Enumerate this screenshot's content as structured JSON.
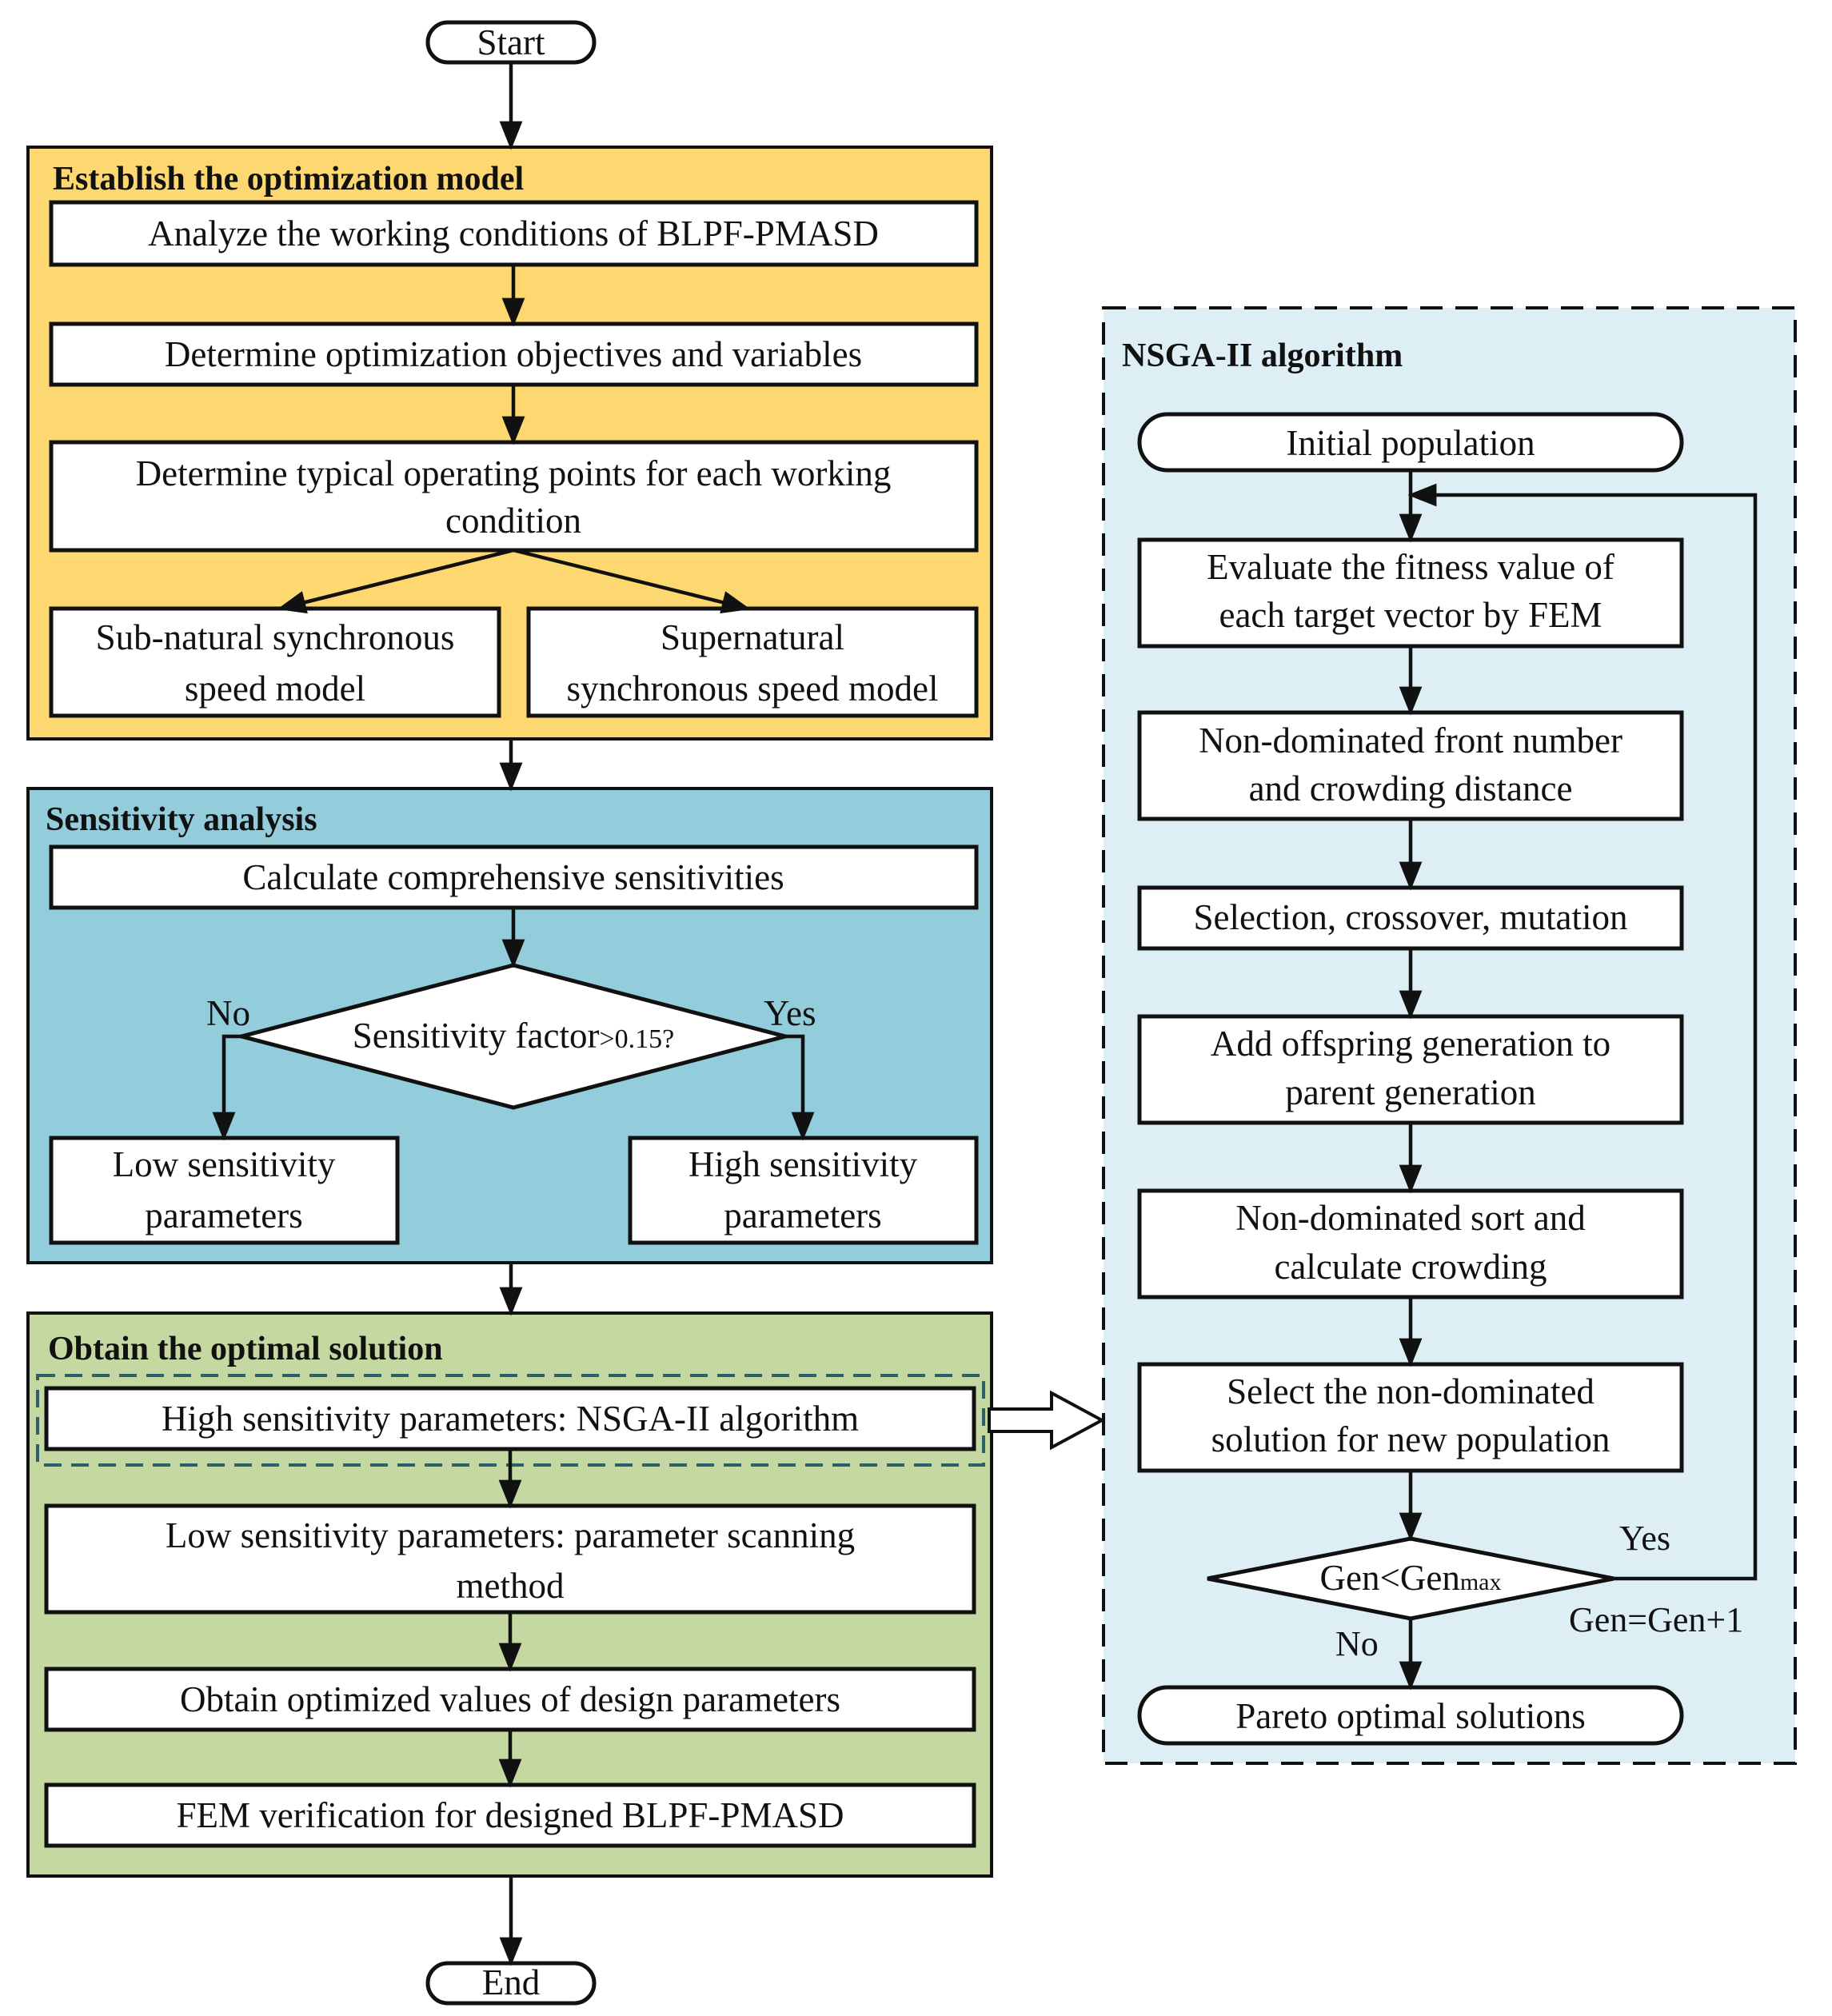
{
  "start_label": "Start",
  "end_label": "End",
  "colors": {
    "model_section": "#fdd870",
    "sensitivity_section": "#93ccda",
    "optimal_section": "#c6d8a2",
    "nsga_section": "#ddeef5",
    "stroke": "#111111"
  },
  "model_section": {
    "title": "Establish the optimization model",
    "step1": "Analyze the working conditions of BLPF-PMASD",
    "step2": "Determine optimization objectives and  variables",
    "step3": [
      "Determine typical operating points for each working",
      "condition"
    ],
    "left_model": [
      "Sub-natural synchronous",
      "speed model"
    ],
    "right_model": [
      "Supernatural",
      "synchronous speed model"
    ]
  },
  "sensitivity_section": {
    "title": "Sensitivity analysis",
    "step1": "Calculate comprehensive sensitivities",
    "decision_main": "Sensitivity factor",
    "decision_suffix": ">0.15?",
    "no_label": "No",
    "yes_label": "Yes",
    "low": [
      "Low sensitivity",
      "parameters"
    ],
    "high": [
      "High sensitivity",
      "parameters"
    ]
  },
  "optimal_section": {
    "title": "Obtain the optimal solution",
    "step1": "High sensitivity parameters: NSGA-II algorithm",
    "step2": [
      "Low sensitivity parameters: parameter scanning",
      "method"
    ],
    "step3": "Obtain optimized values of design parameters",
    "step4": "FEM verification for designed BLPF-PMASD"
  },
  "nsga_section": {
    "title": "NSGA-II algorithm",
    "initial": "Initial population",
    "evaluate": [
      "Evaluate the fitness value of",
      "each target vector by FEM"
    ],
    "front": [
      "Non-dominated front number",
      "and crowding distance"
    ],
    "selection": "Selection, crossover, mutation",
    "offspring": [
      "Add offspring generation to",
      "parent generation"
    ],
    "sort": [
      "Non-dominated sort and",
      "calculate crowding"
    ],
    "select_new": [
      "Select the non-dominated",
      "solution for new population"
    ],
    "decision_main": "Gen<Gen",
    "decision_sub": "max",
    "yes_label": "Yes",
    "increment_label": "Gen=Gen+1",
    "no_label": "No",
    "pareto": "Pareto optimal solutions"
  }
}
